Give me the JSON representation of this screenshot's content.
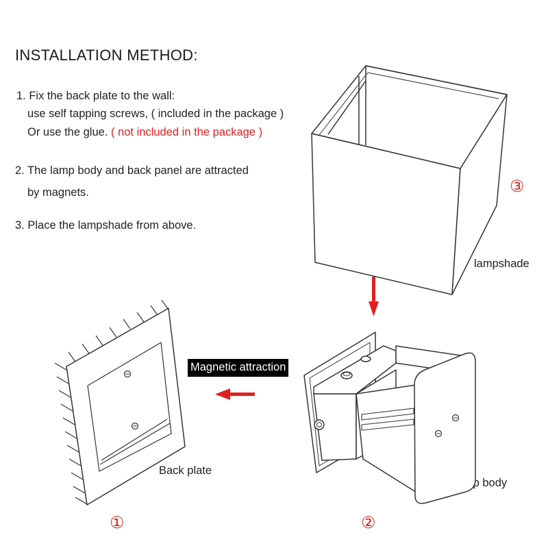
{
  "title": "INSTALLATION METHOD:",
  "steps": {
    "s1_line1": "1. Fix the back plate to the wall:",
    "s1_line2": "use self tapping screws, ( included in the package )",
    "s1_line3_prefix": "Or use the glue.",
    "s1_line3_red": "( not included in the package )",
    "s2_line1": "2. The lamp body and back panel are attracted",
    "s2_line2": "by magnets.",
    "s3_line1": "3. Place the lampshade from above."
  },
  "labels": {
    "lampshade": "lampshade",
    "lamp_body": "lamp body",
    "back_plate": "Back plate",
    "magnetic": "Magnetic attraction"
  },
  "markers": {
    "one": "①",
    "two": "②",
    "three": "③"
  },
  "colors": {
    "accent_red": "#e02020",
    "line": "#333333",
    "label_bg": "#000000"
  }
}
